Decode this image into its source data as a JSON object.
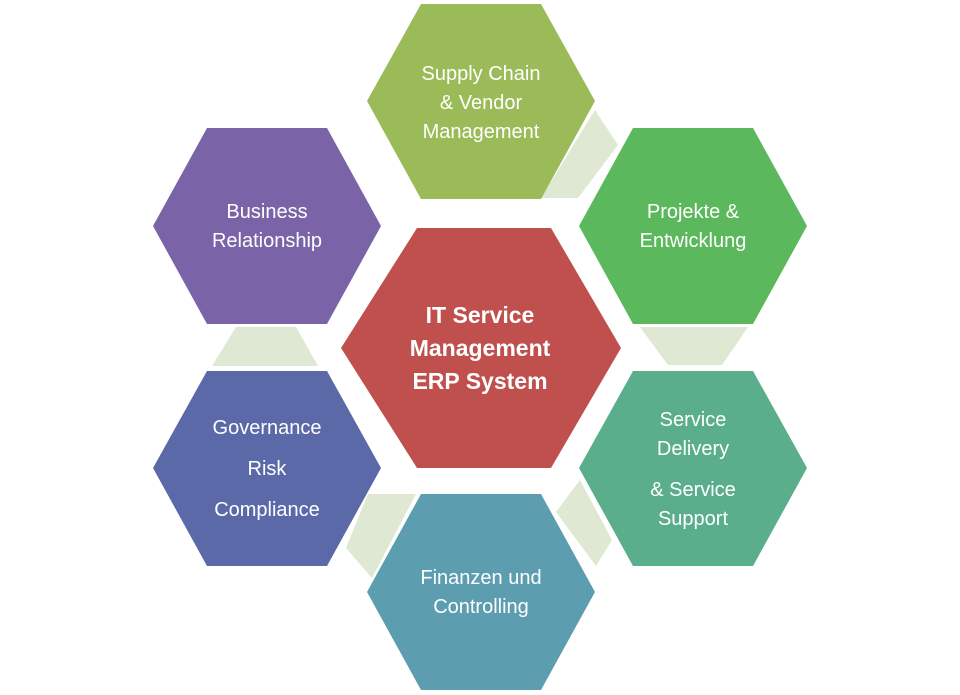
{
  "center": {
    "lines": [
      "IT Service",
      "Management",
      "ERP System"
    ],
    "color": "#c0504d"
  },
  "nodes": [
    {
      "id": "supply-chain",
      "lines": [
        "Supply Chain",
        "& Vendor",
        "Management"
      ],
      "color": "#9bbb59"
    },
    {
      "id": "projekte",
      "lines": [
        "Projekte &",
        "Entwicklung"
      ],
      "color": "#5cb85c"
    },
    {
      "id": "service-delivery",
      "lines": [
        "Service",
        "Delivery",
        "& Service",
        "Support"
      ],
      "color": "#5aae8c"
    },
    {
      "id": "finanzen",
      "lines": [
        "Finanzen und",
        "Controlling"
      ],
      "color": "#5c9eb0"
    },
    {
      "id": "governance",
      "lines": [
        "Governance",
        "Risk",
        "Compliance"
      ],
      "color": "#5b69a8"
    },
    {
      "id": "business",
      "lines": [
        "Business",
        "Relationship"
      ],
      "color": "#7b63a7"
    }
  ],
  "connector_color": "#dfe8d3"
}
